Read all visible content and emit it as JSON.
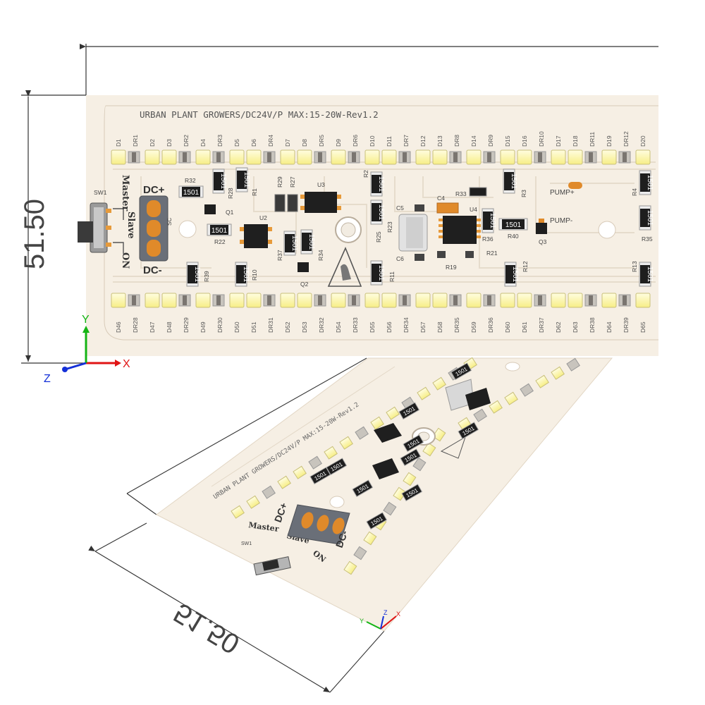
{
  "board": {
    "title": "URBAN PLANT GROWERS/DC24V/P MAX:15-20W-Rev1.2",
    "dimension_label": "51.50",
    "switch": {
      "ref": "SW1",
      "master": "Master",
      "slave": "Slave",
      "on": "ON"
    },
    "dc_plus": "DC+",
    "dc_minus": "DC-",
    "sc": "SC",
    "pump_plus": "PUMP+",
    "pump_minus": "PUMP-",
    "resistor_code": "1501",
    "top_leds": [
      "D1",
      "DR1",
      "D2",
      "D3",
      "DR2",
      "D4",
      "DR3",
      "D5",
      "D6",
      "DR4",
      "D7",
      "D8",
      "DR5",
      "D9",
      "DR6",
      "D10",
      "D11",
      "DR7",
      "D12",
      "D13",
      "DR8",
      "D14",
      "DR9",
      "D15",
      "D16",
      "DR10",
      "D17",
      "D18",
      "DR11",
      "D19",
      "DR12",
      "D20"
    ],
    "bottom_leds": [
      "D46",
      "DR28",
      "D47",
      "D48",
      "DR29",
      "D49",
      "DR30",
      "D50",
      "D51",
      "DR31",
      "D52",
      "D53",
      "DR32",
      "D54",
      "DR33",
      "D55",
      "D56",
      "DR34",
      "D57",
      "D58",
      "DR35",
      "D59",
      "DR36",
      "D60",
      "D61",
      "DR37",
      "D62",
      "D63",
      "DR38",
      "D64",
      "DR39",
      "D65"
    ],
    "components": {
      "r32": "R32",
      "r28": "R28",
      "q1": "Q1",
      "r1": "R1",
      "r22": "R22",
      "r29": "R29",
      "r27": "R27",
      "u3": "U3",
      "u2": "U2",
      "r37": "R37",
      "r34": "R34",
      "q2": "Q2",
      "r39": "R39",
      "r10": "R10",
      "r2": "R2",
      "r23": "R23",
      "r25": "R25",
      "c5": "C5",
      "c6": "C6",
      "c4": "C4",
      "r33": "R33",
      "u4": "U4",
      "r19": "R19",
      "r21": "R21",
      "r36": "R36",
      "r3": "R3",
      "r40": "R40",
      "q3": "Q3",
      "r4": "R4",
      "r35": "R35",
      "r11": "R11",
      "r12": "R12",
      "r13": "R13"
    }
  },
  "axes": {
    "x": "X",
    "y": "Y",
    "z": "Z"
  },
  "colors": {
    "board": "#f6efe4",
    "led": "#fff7a6",
    "resistor_body": "#1e1e1e",
    "pad": "#e79a3a",
    "axis_x": "#e01414",
    "axis_y": "#14b414",
    "axis_z": "#1430d8"
  }
}
